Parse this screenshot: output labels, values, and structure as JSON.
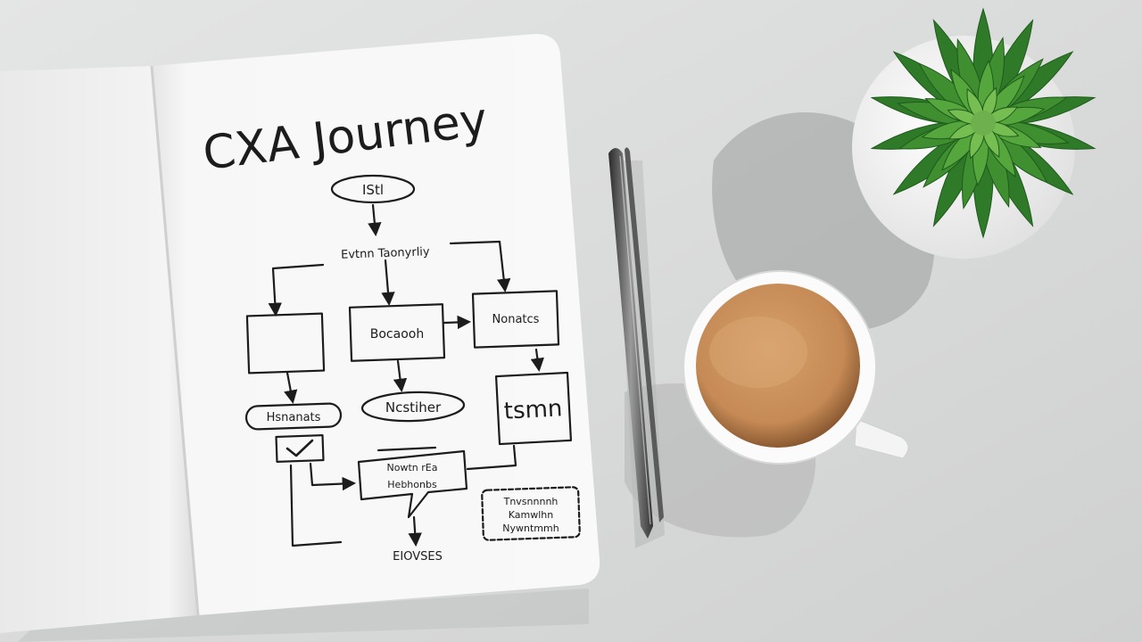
{
  "notebook": {
    "title": "CXA Journey",
    "flow": {
      "start": "IStl",
      "branch": "Evtnn Taonyrliy",
      "box_left": "",
      "box_center": "Bocaooh",
      "box_right": "Nonatcs",
      "pill_left": "Hsnanats",
      "pill_center": "Ncstiher",
      "box_tsmn": "tsmn",
      "callout_line1": "Nowtn rEa",
      "callout_line2": "Hebhonbs",
      "stamp_line1": "Tnvsnnnnh",
      "stamp_line2": "Kamwlhn",
      "stamp_line3": "Nywntmmh",
      "end": "EIOVSES"
    }
  },
  "colors": {
    "desk": "#dcdddd",
    "paper": "#f7f7f7",
    "ink": "#1c1c1c",
    "coffee": "#c9915e",
    "leaf": "#3f8a2f"
  }
}
